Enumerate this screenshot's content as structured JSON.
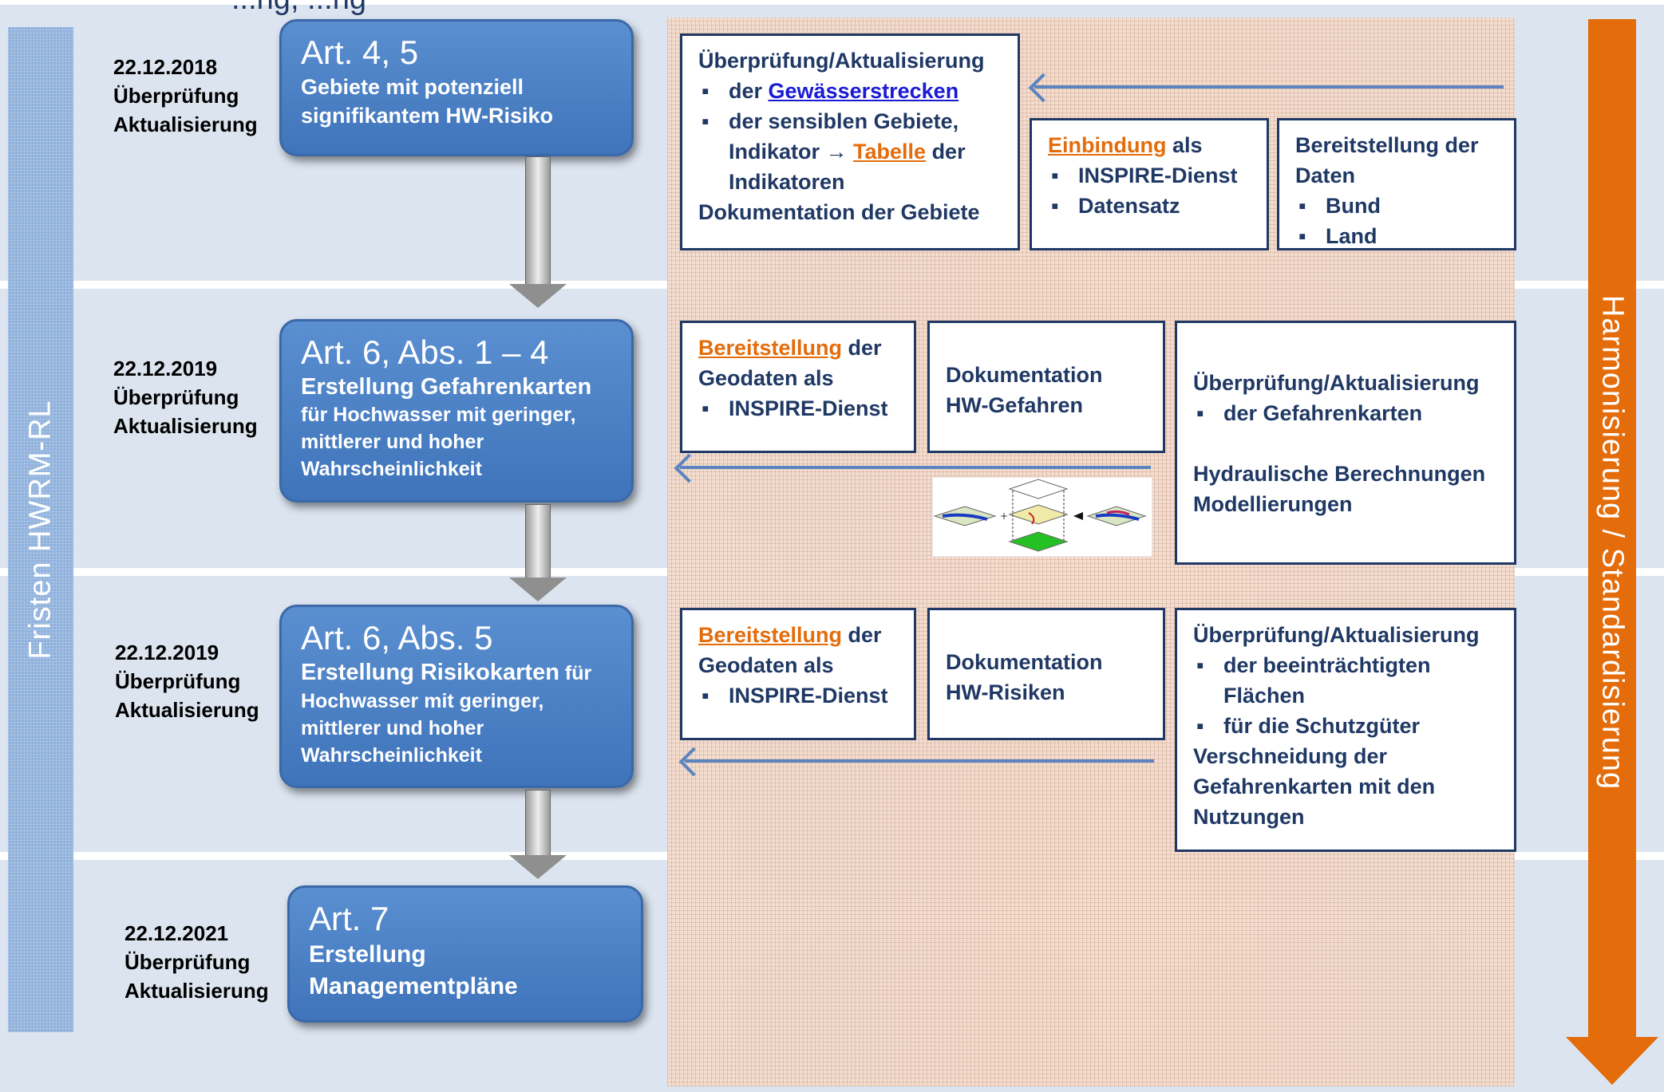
{
  "bands": 4,
  "fristen_label": "Fristen HWRM-RL",
  "harmon_label": "Harmonisierung / Standardisierung",
  "title_fragment": "...ng, ...ng",
  "rows": [
    {
      "date": "22.12.2018",
      "l1": "Überprüfung",
      "l2": "Aktualisierung",
      "art": "Art. 4, 5",
      "desc1": "Gebiete mit potenziell",
      "desc2": "signifikantem HW-Risiko"
    },
    {
      "date": "22.12.2019",
      "l1": "Überprüfung",
      "l2": "Aktualisierung",
      "art": "Art. 6, Abs. 1 – 4",
      "desc_bold": "Erstellung Gefahrenkarten",
      "desc2": "für Hochwasser mit geringer,",
      "desc3": "mittlerer und hoher",
      "desc4": "Wahrscheinlichkeit"
    },
    {
      "date": "22.12.2019",
      "l1": "Überprüfung",
      "l2": "Aktualisierung",
      "art": "Art. 6, Abs. 5",
      "desc_bold": "Erstellung Risikokarten",
      "desc_small": " für",
      "desc2": "Hochwasser mit geringer,",
      "desc3": "mittlerer und hoher",
      "desc4": "Wahrscheinlichkeit"
    },
    {
      "date": "22.12.2021",
      "l1": "Überprüfung",
      "l2": "Aktualisierung",
      "art": "Art. 7",
      "desc1": "Erstellung",
      "desc2": "Managementpläne"
    }
  ],
  "boxes": {
    "r1a": {
      "title": "Überprüfung/Aktualisierung",
      "b1_pre": "der ",
      "b1_link": "Gewässerstrecken",
      "b2": "der sensiblen Gebiete,",
      "b2_l2_pre": "Indikator → ",
      "b2_link": "Tabelle",
      "b2_l2_post": " der",
      "b2_l3": "Indikatoren",
      "foot": "Dokumentation der Gebiete"
    },
    "r1b": {
      "link": "Einbindung",
      "post": " als",
      "b1": "INSPIRE-Dienst",
      "b2": "Datensatz"
    },
    "r1c": {
      "l1": "Bereitstellung der",
      "l2": "Daten",
      "b1": "Bund",
      "b2": "Land"
    },
    "r2a": {
      "link": "Bereitstellung",
      "post": " der",
      "l2": "Geodaten als",
      "b1": "INSPIRE-Dienst"
    },
    "r2b": {
      "l1": "Dokumentation",
      "l2": "HW-Gefahren"
    },
    "r2c": {
      "title": "Überprüfung/Aktualisierung",
      "b1": "der Gefahrenkarten",
      "l3": "Hydraulische Berechnungen",
      "l4": "Modellierungen"
    },
    "r3a": {
      "link": "Bereitstellung",
      "post": " der",
      "l2": "Geodaten als",
      "b1": "INSPIRE-Dienst"
    },
    "r3b": {
      "l1": "Dokumentation",
      "l2": "HW-Risiken"
    },
    "r3c": {
      "title": "Überprüfung/Aktualisierung",
      "b1a": "der beeinträchtigten",
      "b1b": "Flächen",
      "b2": "für die Schutzgüter",
      "l4": "Verschneidung der",
      "l5": "Gefahrenkarten mit den",
      "l6": "Nutzungen"
    }
  },
  "colors": {
    "band": "#dbe4ef",
    "art_box": "#4a82c6",
    "orange": "#e46c0a",
    "navy": "#1f3864",
    "link_blue": "#1a1ad4"
  }
}
